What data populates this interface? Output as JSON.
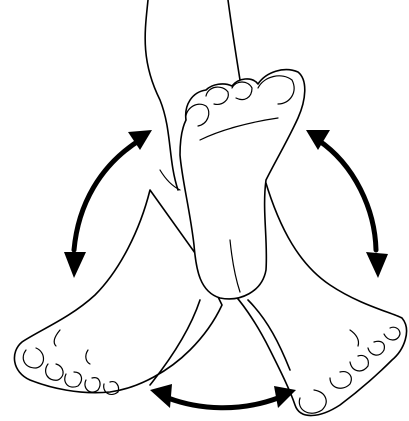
{
  "illustration": {
    "subject": "foot",
    "line_color": "#000000",
    "background_color": "#ffffff",
    "arrows": [
      "arrow-left",
      "arrow-right",
      "arrow-bottom"
    ]
  }
}
